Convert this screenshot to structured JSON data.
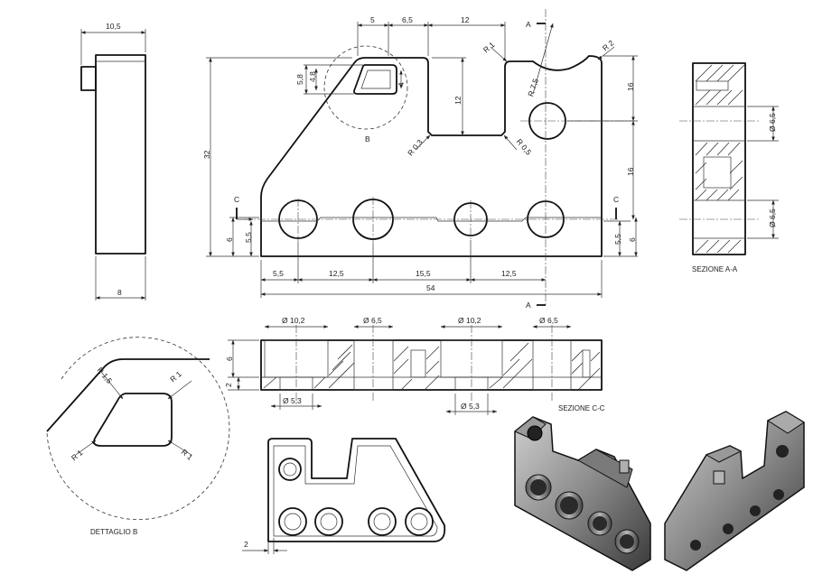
{
  "side_view": {
    "width_label": "10,5",
    "depth_label": "8"
  },
  "front_view": {
    "top_dims": [
      "5",
      "6,5",
      "12"
    ],
    "slot_depth": "12",
    "boss_dims": [
      "5,8",
      "4,8",
      "4"
    ],
    "radii": {
      "r1_top": "R 1",
      "r2": "R 2",
      "r75": "R 7,5",
      "r03": "R 0,3",
      "r05": "R 0,5"
    },
    "right_dims": [
      "16",
      "16"
    ],
    "height": "32",
    "left_small_dims": [
      "6",
      "5,5"
    ],
    "right_small_dims": [
      "5,5",
      "6"
    ],
    "bottom_dims": [
      "5,5",
      "12,5",
      "15,5",
      "12,5"
    ],
    "overall_width": "54",
    "detail_callout": "B",
    "section_c": "C",
    "section_a": "A"
  },
  "section_aa": {
    "dims": [
      "Ø 6,5",
      "Ø 6,5"
    ],
    "title": "SEZIONE A-A"
  },
  "section_cc": {
    "top_dims": [
      "Ø 10,2",
      "Ø 6,5",
      "Ø 10,2",
      "Ø 6,5"
    ],
    "bottom_dims": [
      "Ø 5,3",
      "Ø 5,3"
    ],
    "left_dims": [
      "6",
      "2"
    ],
    "title": "SEZIONE C-C"
  },
  "detail_b": {
    "radii": [
      "R 1,5",
      "R 1",
      "R 1",
      "R 1"
    ],
    "title": "DETTAGLIO B"
  },
  "plan_view": {
    "dim": "2"
  }
}
